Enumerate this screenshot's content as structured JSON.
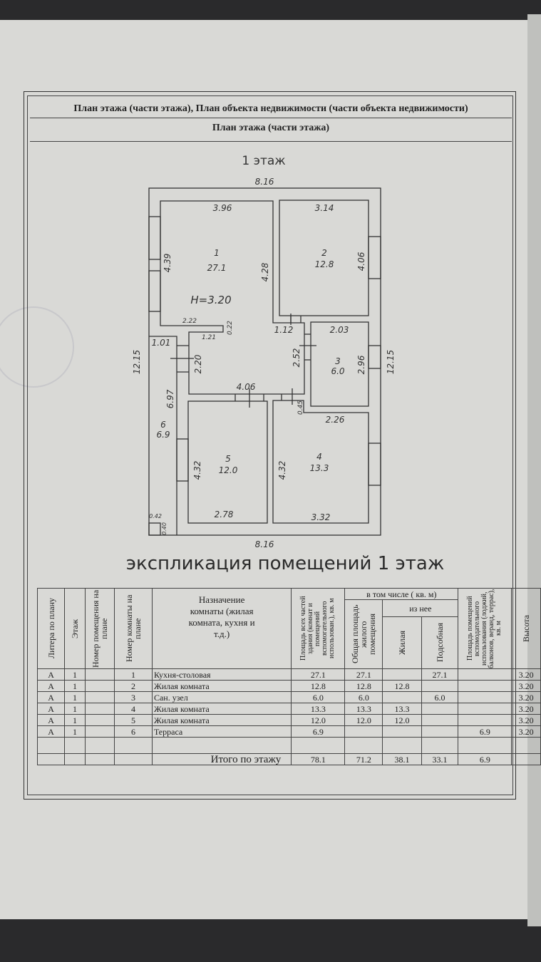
{
  "header": {
    "line1": "План этажа (части этажа), План объекта недвижимости (части объекта недвижимости)",
    "line2": "План этажа (части этажа)"
  },
  "plan": {
    "floor_title": "1 этаж",
    "height_label": "H=3.20",
    "outer": {
      "top": "8.16",
      "bottom": "8.16",
      "left": "12.15",
      "right": "12.15"
    },
    "rooms": [
      {
        "num": "1",
        "area": "27.1",
        "dims": [
          "3.96",
          "4.39",
          "4.28",
          "2.22",
          "1.21",
          "0.22",
          "2.20",
          "4.06",
          "2.52",
          "1.12"
        ]
      },
      {
        "num": "2",
        "area": "12.8",
        "dims": [
          "3.14",
          "4.06"
        ]
      },
      {
        "num": "3",
        "area": "6.0",
        "dims": [
          "2.03",
          "2.96"
        ]
      },
      {
        "num": "4",
        "area": "13.3",
        "dims": [
          "2.26",
          "4.32",
          "3.32",
          "0.45"
        ]
      },
      {
        "num": "5",
        "area": "12.0",
        "dims": [
          "4.32",
          "2.78"
        ]
      },
      {
        "num": "6",
        "area": "6.9",
        "dims": [
          "1.01",
          "6.97",
          "0.42",
          "0.40"
        ]
      }
    ]
  },
  "explication_title": "экспликация помещений 1 этаж",
  "table": {
    "headers": {
      "litera": "Литера по плану",
      "floor": "Этаж",
      "premise_no": "Номер помещения на плане",
      "room_no": "Номер комнаты на плане",
      "purpose": "Назначение комнаты (жилая комната, кухня и т.д.)",
      "total_area": "Площадь всех частей здания (комнат и помещений вспомогательного использован.), кв. м",
      "including": "в том числе ( кв. м)",
      "living_total": "Общая площадь жилого помещения",
      "of_it": "из нее",
      "living": "Жилая",
      "aux": "Подсобная",
      "auxiliary_use": "Площадь помещений вспомодательного использования (лоджий, балконов, веранд, террас), кв. м",
      "height": "Высота"
    },
    "rows": [
      {
        "litera": "А",
        "floor": "1",
        "premise": "",
        "room": "1",
        "purpose": "Кухня-столовая",
        "total": "27.1",
        "living_total": "27.1",
        "living": "",
        "aux": "27.1",
        "aux_use": "",
        "height": "3.20"
      },
      {
        "litera": "А",
        "floor": "1",
        "premise": "",
        "room": "2",
        "purpose": "Жилая комната",
        "total": "12.8",
        "living_total": "12.8",
        "living": "12.8",
        "aux": "",
        "aux_use": "",
        "height": "3.20"
      },
      {
        "litera": "А",
        "floor": "1",
        "premise": "",
        "room": "3",
        "purpose": "Сан. узел",
        "total": "6.0",
        "living_total": "6.0",
        "living": "",
        "aux": "6.0",
        "aux_use": "",
        "height": "3.20"
      },
      {
        "litera": "А",
        "floor": "1",
        "premise": "",
        "room": "4",
        "purpose": "Жилая комната",
        "total": "13.3",
        "living_total": "13.3",
        "living": "13.3",
        "aux": "",
        "aux_use": "",
        "height": "3.20"
      },
      {
        "litera": "А",
        "floor": "1",
        "premise": "",
        "room": "5",
        "purpose": "Жилая комната",
        "total": "12.0",
        "living_total": "12.0",
        "living": "12.0",
        "aux": "",
        "aux_use": "",
        "height": "3.20"
      },
      {
        "litera": "А",
        "floor": "1",
        "premise": "",
        "room": "6",
        "purpose": "Терраса",
        "total": "6.9",
        "living_total": "",
        "living": "",
        "aux": "",
        "aux_use": "6.9",
        "height": "3.20"
      }
    ],
    "totals": {
      "label": "Итого по этажу",
      "total": "78.1",
      "living_total": "71.2",
      "living": "38.1",
      "aux": "33.1",
      "aux_use": "6.9"
    }
  }
}
